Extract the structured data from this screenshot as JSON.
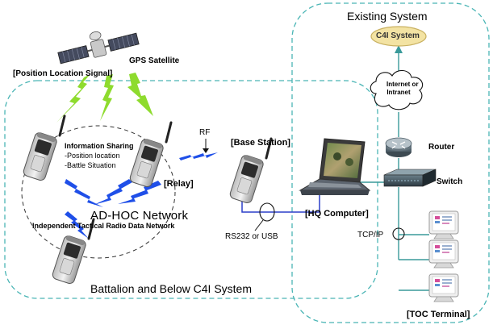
{
  "existing_system": {
    "title": "Existing System",
    "c4i_system": "C4I System",
    "cloud": [
      "Internet or",
      "Intranet"
    ],
    "router": "Router",
    "switch": "Switch",
    "tcp_ip": "TCP/IP",
    "toc_terminal": "[TOC Terminal]",
    "hq_computer": "[HQ Computer]"
  },
  "satellite": {
    "label": "GPS  Satellite",
    "signal": "[Position Location Signal]"
  },
  "battalion": {
    "title": "Battalion and Below C4I System",
    "info_sharing": [
      "Information Sharing",
      "-Position location",
      "-Battle Situation"
    ],
    "relay": "[Relay]",
    "rf": "RF",
    "base_station": "[Base Station]",
    "rs232": "RS232 or USB",
    "adhoc_title": "AD-HOC Network",
    "adhoc_subtitle": "Independent Tactical Radio Data Network"
  },
  "colors": {
    "dash_border": "#4ab5b5",
    "teal_line": "#3a9a9a",
    "blue_link": "#2c3ec8",
    "c4i_fill": "#f3e3a3",
    "c4i_stroke": "#c8b060",
    "green_signal": "#8edb2e",
    "blue_signal": "#1f4fe8"
  },
  "icons": [
    "satellite-icon",
    "radio-icon",
    "laptop-icon",
    "router-icon",
    "switch-icon",
    "monitor-icon",
    "cloud-icon"
  ]
}
